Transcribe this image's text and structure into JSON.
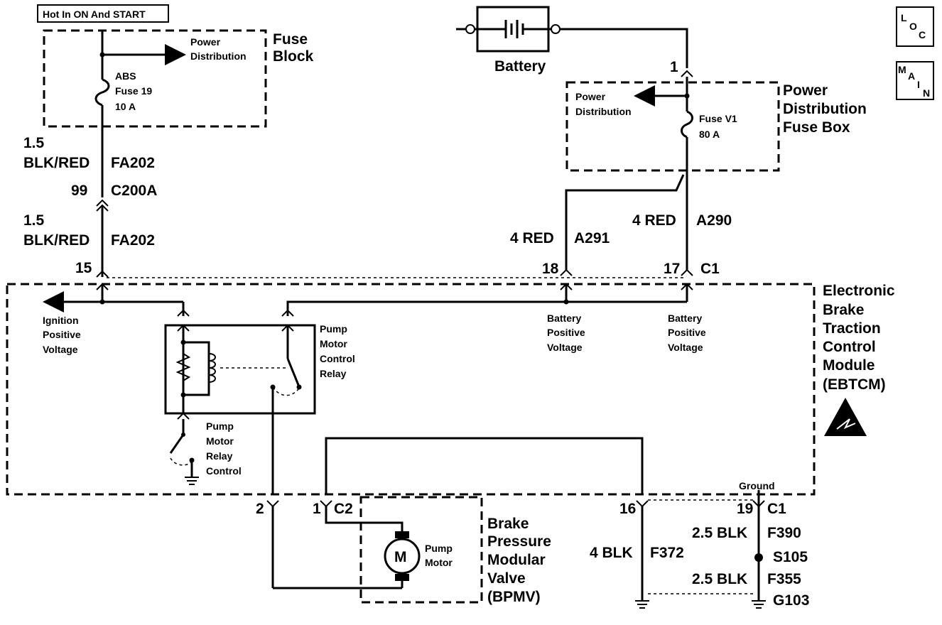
{
  "header": {
    "hot_label": "Hot In ON And START"
  },
  "badges": {
    "loc": [
      "L",
      "O",
      "C"
    ],
    "main": [
      "M",
      "A",
      "I",
      "N"
    ]
  },
  "fuse_block": {
    "title": [
      "Fuse",
      "Block"
    ],
    "power_distribution": [
      "Power",
      "Distribution"
    ],
    "fuse": [
      "ABS",
      "Fuse 19",
      "10 A"
    ]
  },
  "battery": {
    "label": "Battery",
    "pin": "1"
  },
  "pdfb": {
    "title": [
      "Power",
      "Distribution",
      "Fuse Box"
    ],
    "power_distribution": [
      "Power",
      "Distribution"
    ],
    "fuse": [
      "Fuse V1",
      "80 A"
    ]
  },
  "wires": {
    "fa202_top": {
      "gauge": "1.5",
      "color": "BLK/RED",
      "circuit": "FA202"
    },
    "c200a": {
      "pin": "99",
      "connector": "C200A"
    },
    "fa202_bottom": {
      "gauge": "1.5",
      "color": "BLK/RED",
      "circuit": "FA202"
    },
    "pin15": "15",
    "a291": {
      "label": "4 RED",
      "circuit": "A291",
      "pin": "18"
    },
    "a290": {
      "label": "4 RED",
      "circuit": "A290",
      "pin": "17",
      "connector": "C1"
    }
  },
  "ebtcm": {
    "title": [
      "Electronic",
      "Brake",
      "Traction",
      "Control",
      "Module",
      "(EBTCM)"
    ],
    "ignition": [
      "Ignition",
      "Positive",
      "Voltage"
    ],
    "batt1": [
      "Battery",
      "Positive",
      "Voltage"
    ],
    "batt2": [
      "Battery",
      "Positive",
      "Voltage"
    ],
    "relay": [
      "Pump",
      "Motor",
      "Control",
      "Relay"
    ],
    "relay_control": [
      "Pump",
      "Motor",
      "Relay",
      "Control"
    ],
    "ground": "Ground"
  },
  "bottom": {
    "pin2": "2",
    "pin1": "1",
    "c2": "C2",
    "motor_symbol": "M",
    "pump_motor": [
      "Pump",
      "Motor"
    ],
    "bpmv": [
      "Brake",
      "Pressure",
      "Modular",
      "Valve",
      "(BPMV)"
    ],
    "pin16": "16",
    "f372": {
      "label": "4 BLK",
      "circuit": "F372"
    },
    "pin19": "19",
    "c1": "C1",
    "f390": {
      "label": "2.5 BLK",
      "circuit": "F390"
    },
    "s105": "S105",
    "f355": {
      "label": "2.5 BLK",
      "circuit": "F355"
    },
    "g103": "G103"
  }
}
